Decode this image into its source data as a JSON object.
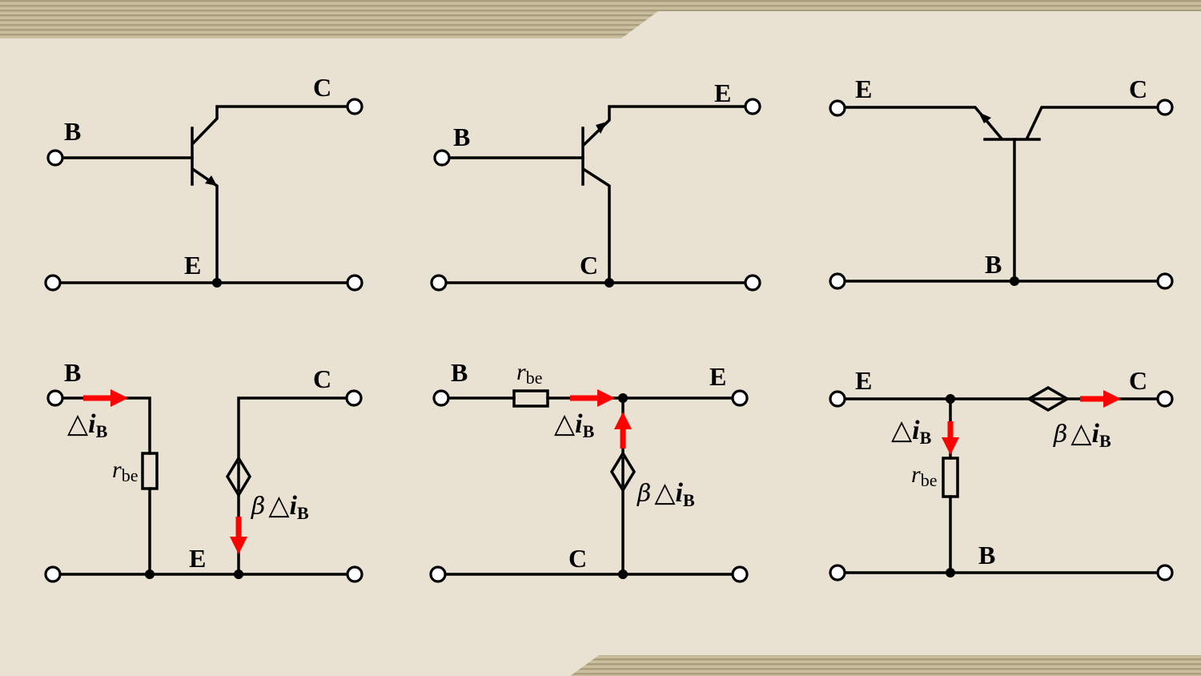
{
  "colors": {
    "background": "#e9e2d3",
    "stripe": "#b8ad8e",
    "wire": "#000000",
    "arrow": "#ff0000"
  },
  "terminals": {
    "b": "B",
    "c": "C",
    "e": "E"
  },
  "models": {
    "rbe_r": "r",
    "rbe_sub": "be",
    "delta": "△",
    "ib_i": "i",
    "ib_sub": "B",
    "beta": "β"
  }
}
